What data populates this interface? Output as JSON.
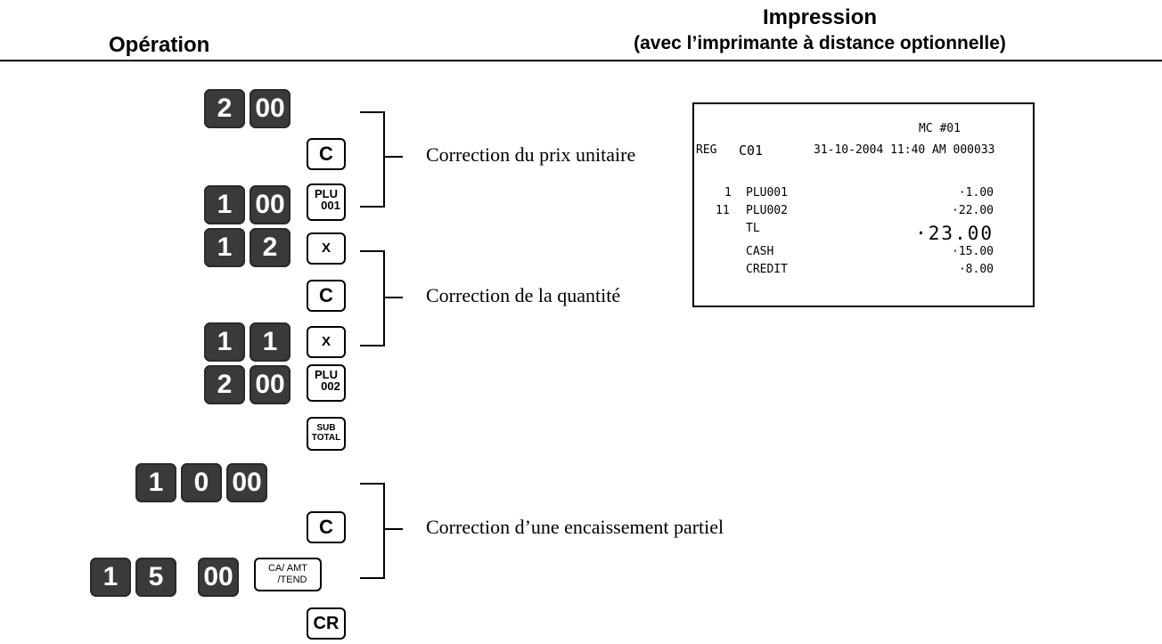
{
  "header": {
    "operation": "Opération",
    "impression_title": "Impression",
    "impression_subtitle": "(avec l’imprimante à distance optionnelle)"
  },
  "keys": {
    "k2": "2",
    "k00": "00",
    "k1": "1",
    "k0": "0",
    "k5": "5",
    "clear": "C",
    "plu": "PLU",
    "plu001": "001",
    "plu002": "002",
    "x": "X",
    "sub": "SUB",
    "total": "TOTAL",
    "ca_amt": "CA/ AMT",
    "tend": "/TEND",
    "cr": "CR"
  },
  "labels": {
    "unit_price": "Correction du prix unitaire",
    "quantity": "Correction de la quantité",
    "partial": "Correction d’une encaissement partiel"
  },
  "receipt": {
    "mc": "MC #01",
    "reg": "REG",
    "clerk": "C01",
    "datetime": "31-10-2004 11:40 AM 000033",
    "item1_qty": "1",
    "item1_name": "PLU001",
    "item1_amount": "·1.00",
    "item2_qty": "11",
    "item2_name": "PLU002",
    "item2_amount": "·22.00",
    "tl_label": "TL",
    "tl_amount": "·23.00",
    "cash_label": "CASH",
    "cash_amount": "·15.00",
    "credit_label": "CREDIT",
    "credit_amount": "·8.00"
  }
}
